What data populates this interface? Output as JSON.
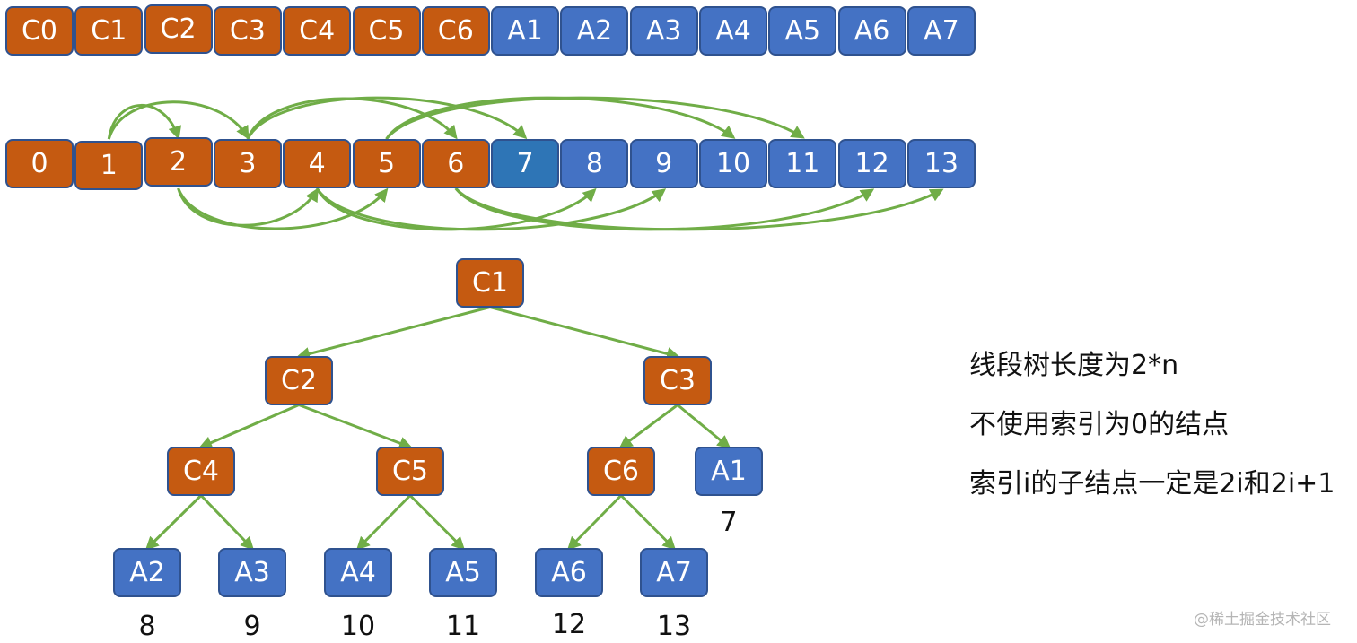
{
  "colors": {
    "internal_node": "#C55A11",
    "leaf_node": "#4472C4",
    "index7_node": "#2E75B6",
    "border": "#2F528F",
    "arrow": "#70AD47"
  },
  "array_row": {
    "labels": [
      "C0",
      "C1",
      "C2",
      "C3",
      "C4",
      "C5",
      "C6",
      "A1",
      "A2",
      "A3",
      "A4",
      "A5",
      "A6",
      "A7"
    ],
    "types": [
      "c",
      "c",
      "c",
      "c",
      "c",
      "c",
      "c",
      "a",
      "a",
      "a",
      "a",
      "a",
      "a",
      "a"
    ]
  },
  "index_row": {
    "labels": [
      "0",
      "1",
      "2",
      "3",
      "4",
      "5",
      "6",
      "7",
      "8",
      "9",
      "10",
      "11",
      "12",
      "13"
    ],
    "types": [
      "c",
      "c",
      "c",
      "c",
      "c",
      "c",
      "c",
      "a7",
      "a",
      "a",
      "a",
      "a",
      "a",
      "a"
    ],
    "links": [
      [
        1,
        2
      ],
      [
        1,
        3
      ],
      [
        2,
        4
      ],
      [
        2,
        5
      ],
      [
        3,
        6
      ],
      [
        3,
        7
      ],
      [
        4,
        8
      ],
      [
        4,
        9
      ],
      [
        5,
        10
      ],
      [
        5,
        11
      ],
      [
        6,
        12
      ],
      [
        6,
        13
      ]
    ]
  },
  "tree": {
    "nodes": [
      {
        "id": "C1",
        "type": "c",
        "index": ""
      },
      {
        "id": "C2",
        "type": "c",
        "index": ""
      },
      {
        "id": "C3",
        "type": "c",
        "index": ""
      },
      {
        "id": "C4",
        "type": "c",
        "index": ""
      },
      {
        "id": "C5",
        "type": "c",
        "index": ""
      },
      {
        "id": "C6",
        "type": "c",
        "index": ""
      },
      {
        "id": "A1",
        "type": "a",
        "index": "7"
      },
      {
        "id": "A2",
        "type": "a",
        "index": "8"
      },
      {
        "id": "A3",
        "type": "a",
        "index": "9"
      },
      {
        "id": "A4",
        "type": "a",
        "index": "10"
      },
      {
        "id": "A5",
        "type": "a",
        "index": "11"
      },
      {
        "id": "A6",
        "type": "a",
        "index": "12"
      },
      {
        "id": "A7",
        "type": "a",
        "index": "13"
      }
    ],
    "edges": [
      [
        "C1",
        "C2"
      ],
      [
        "C1",
        "C3"
      ],
      [
        "C2",
        "C4"
      ],
      [
        "C2",
        "C5"
      ],
      [
        "C3",
        "C6"
      ],
      [
        "C3",
        "A1"
      ],
      [
        "C4",
        "A2"
      ],
      [
        "C4",
        "A3"
      ],
      [
        "C5",
        "A4"
      ],
      [
        "C5",
        "A5"
      ],
      [
        "C6",
        "A6"
      ],
      [
        "C6",
        "A7"
      ]
    ]
  },
  "notes": [
    "线段树长度为2*n",
    "不使用索引为0的结点",
    "索引i的子结点一定是2i和2i+1"
  ],
  "watermark": "@稀土掘金技术社区"
}
